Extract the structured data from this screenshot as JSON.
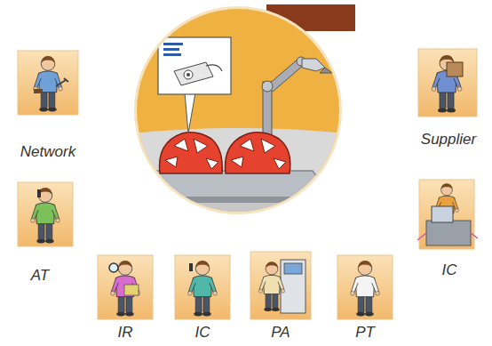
{
  "diagram": {
    "nodes": [
      {
        "text": [
          "Network"
        ]
      },
      {
        "text": [
          "Supplier"
        ]
      },
      {
        "text": [
          "AT"
        ]
      },
      {
        "text": [
          "IC"
        ]
      },
      {
        "text": [
          "IR"
        ]
      },
      {
        "text": [
          "IC"
        ]
      },
      {
        "text": [
          "PA"
        ]
      },
      {
        "text": [
          "PT"
        ]
      }
    ]
  }
}
